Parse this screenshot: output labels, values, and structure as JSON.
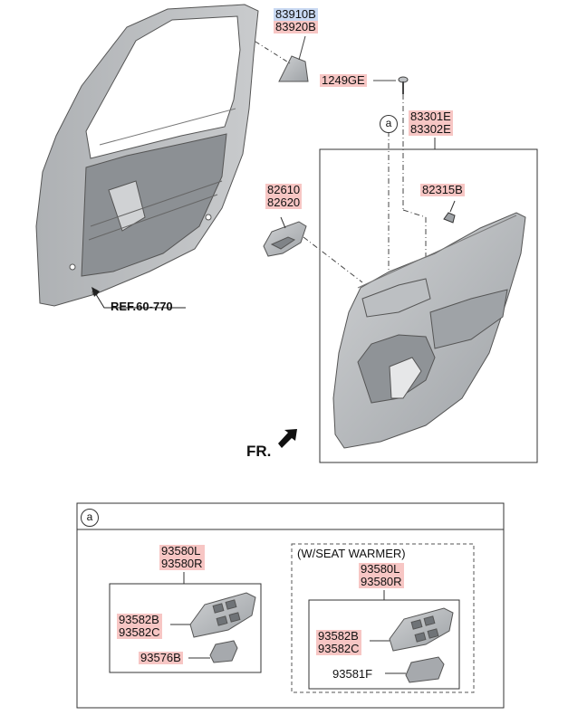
{
  "parts": {
    "trim_clip_a": "83910B",
    "trim_clip_b": "83920B",
    "screw": "1249GE",
    "door_trim_a": "83301E",
    "door_trim_b": "83302E",
    "clip": "82315B",
    "inside_handle_a": "82610",
    "inside_handle_b": "82620",
    "ref_note": "REF.60-770",
    "front_label": "FR."
  },
  "detail_a": {
    "marker": "a",
    "std": {
      "switch_a": "93580L",
      "switch_b": "93580R",
      "cover_a": "93582B",
      "cover_b": "93582C",
      "button": "93576B"
    },
    "warmer": {
      "title": "(W/SEAT WARMER)",
      "switch_a": "93580L",
      "switch_b": "93580R",
      "cover_a": "93582B",
      "cover_b": "93582C",
      "button": "93581F"
    }
  },
  "colors": {
    "label_red": "#f7c6c4",
    "label_blue": "#c9d9f2",
    "part_gray": "#b9bcbf",
    "outline": "#333333"
  }
}
